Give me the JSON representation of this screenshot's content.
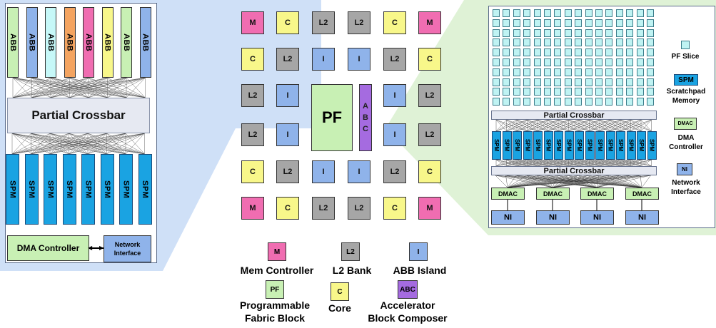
{
  "left_panel": {
    "abb_label": "ABB",
    "abb_colors": [
      "#c8f0b4",
      "#8fb3ea",
      "#c6f8f8",
      "#f4a460",
      "#f06db1",
      "#f8f78a",
      "#c8f0b4",
      "#8fb3ea"
    ],
    "crossbar": "Partial Crossbar",
    "spm_label": "SPM",
    "dma": "DMA Controller",
    "ni_line1": "Network",
    "ni_line2": "Interface"
  },
  "grid": {
    "rows": [
      [
        "M",
        "C",
        "L2",
        "L2",
        "C",
        "M"
      ],
      [
        "C",
        "L2",
        "I",
        "I",
        "L2",
        "C"
      ],
      [
        "L2",
        "I",
        "",
        "",
        "I",
        "L2"
      ],
      [
        "L2",
        "I",
        "",
        "",
        "I",
        "L2"
      ],
      [
        "C",
        "L2",
        "I",
        "I",
        "L2",
        "C"
      ],
      [
        "M",
        "C",
        "L2",
        "L2",
        "C",
        "M"
      ]
    ],
    "pf": "PF",
    "abc_letters": [
      "A",
      "B",
      "C"
    ],
    "colors": {
      "M": "#f06db1",
      "C": "#f8f78a",
      "L2": "#a6a6a6",
      "I": "#8fb3ea"
    }
  },
  "legend": {
    "items": [
      {
        "code": "M",
        "label": "Mem Controller",
        "color": "#f06db1"
      },
      {
        "code": "L2",
        "label": "L2 Bank",
        "color": "#a6a6a6"
      },
      {
        "code": "I",
        "label": "ABB Island",
        "color": "#8fb3ea"
      },
      {
        "code": "PF",
        "label1": "Programmable",
        "label2": "Fabric Block",
        "color": "#c8f0b4"
      },
      {
        "code": "C",
        "label": "Core",
        "color": "#f8f78a"
      },
      {
        "code": "ABC",
        "label1": "Accelerator",
        "label2": "Block Composer",
        "color": "#a56be0"
      }
    ]
  },
  "right_panel": {
    "crossbar_top": "Partial Crossbar",
    "crossbar_bottom": "Partial Crossbar",
    "spm_label": "SPM",
    "dmac": "DMAC",
    "ni": "NI",
    "legend": {
      "pf_slice": "PF Slice",
      "spm_code": "SPM",
      "spm_l1": "Scratchpad",
      "spm_l2": "Memory",
      "dmac_code": "DMAC",
      "dmac_l1": "DMA",
      "dmac_l2": "Controller",
      "ni_code": "NI",
      "ni_l1": "Network",
      "ni_l2": "Interface"
    }
  }
}
